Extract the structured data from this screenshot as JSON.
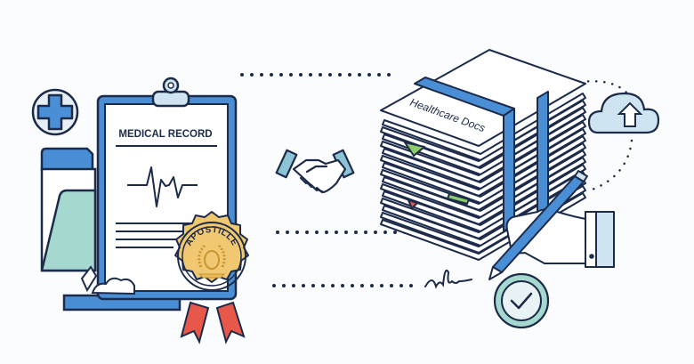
{
  "illustration": {
    "clipboard": {
      "title": "MEDICAL RECORD"
    },
    "seal": {
      "text": "APOSTILLE"
    },
    "stack": {
      "label": "Healthcare Docs"
    },
    "icons": [
      "medical-cross-icon",
      "folder-icon",
      "handshake-icon",
      "cloud-upload-icon",
      "signature-icon",
      "check-circle-icon",
      "pen-icon",
      "hand-icon"
    ]
  },
  "colors": {
    "background": "#fbfcfd",
    "outline": "#1d2b4a",
    "primary_blue": "#4a8fd6",
    "light_blue": "#cfe4f1",
    "teal": "#a5d9cf",
    "gold": "#f1c872",
    "ribbon_red": "#e8584a",
    "green_tab": "#8ccd6a"
  }
}
